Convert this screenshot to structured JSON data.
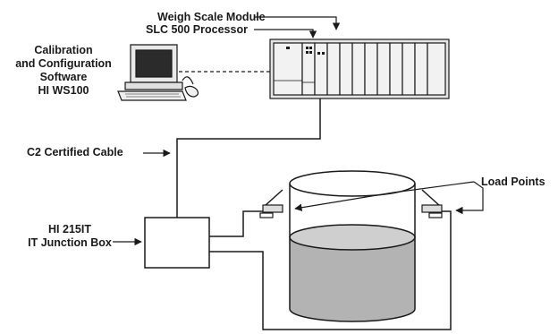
{
  "labels": {
    "weigh_scale_module": "Weigh Scale Module",
    "slc_processor": "SLC 500 Processor",
    "calibration_line1": "Calibration",
    "calibration_line2": "and Configuration",
    "calibration_line3": "Software",
    "calibration_line4": "HI WS100",
    "cable": "C2 Certified Cable",
    "junction_line1": "HI 215IT",
    "junction_line2": "IT Junction Box",
    "load_points": "Load Points"
  },
  "colors": {
    "line": "#1a1a1a",
    "rack_fill": "#e4e4e4",
    "panel_fill": "#f2f2f2",
    "liquid_fill": "#b3b3b3",
    "liquid_top": "#cfcfcf",
    "screen": "#2b2b2b"
  },
  "icons": {
    "computer": "desktop-computer-icon",
    "rack": "plc-rack-icon",
    "tank": "weigh-tank-icon"
  }
}
